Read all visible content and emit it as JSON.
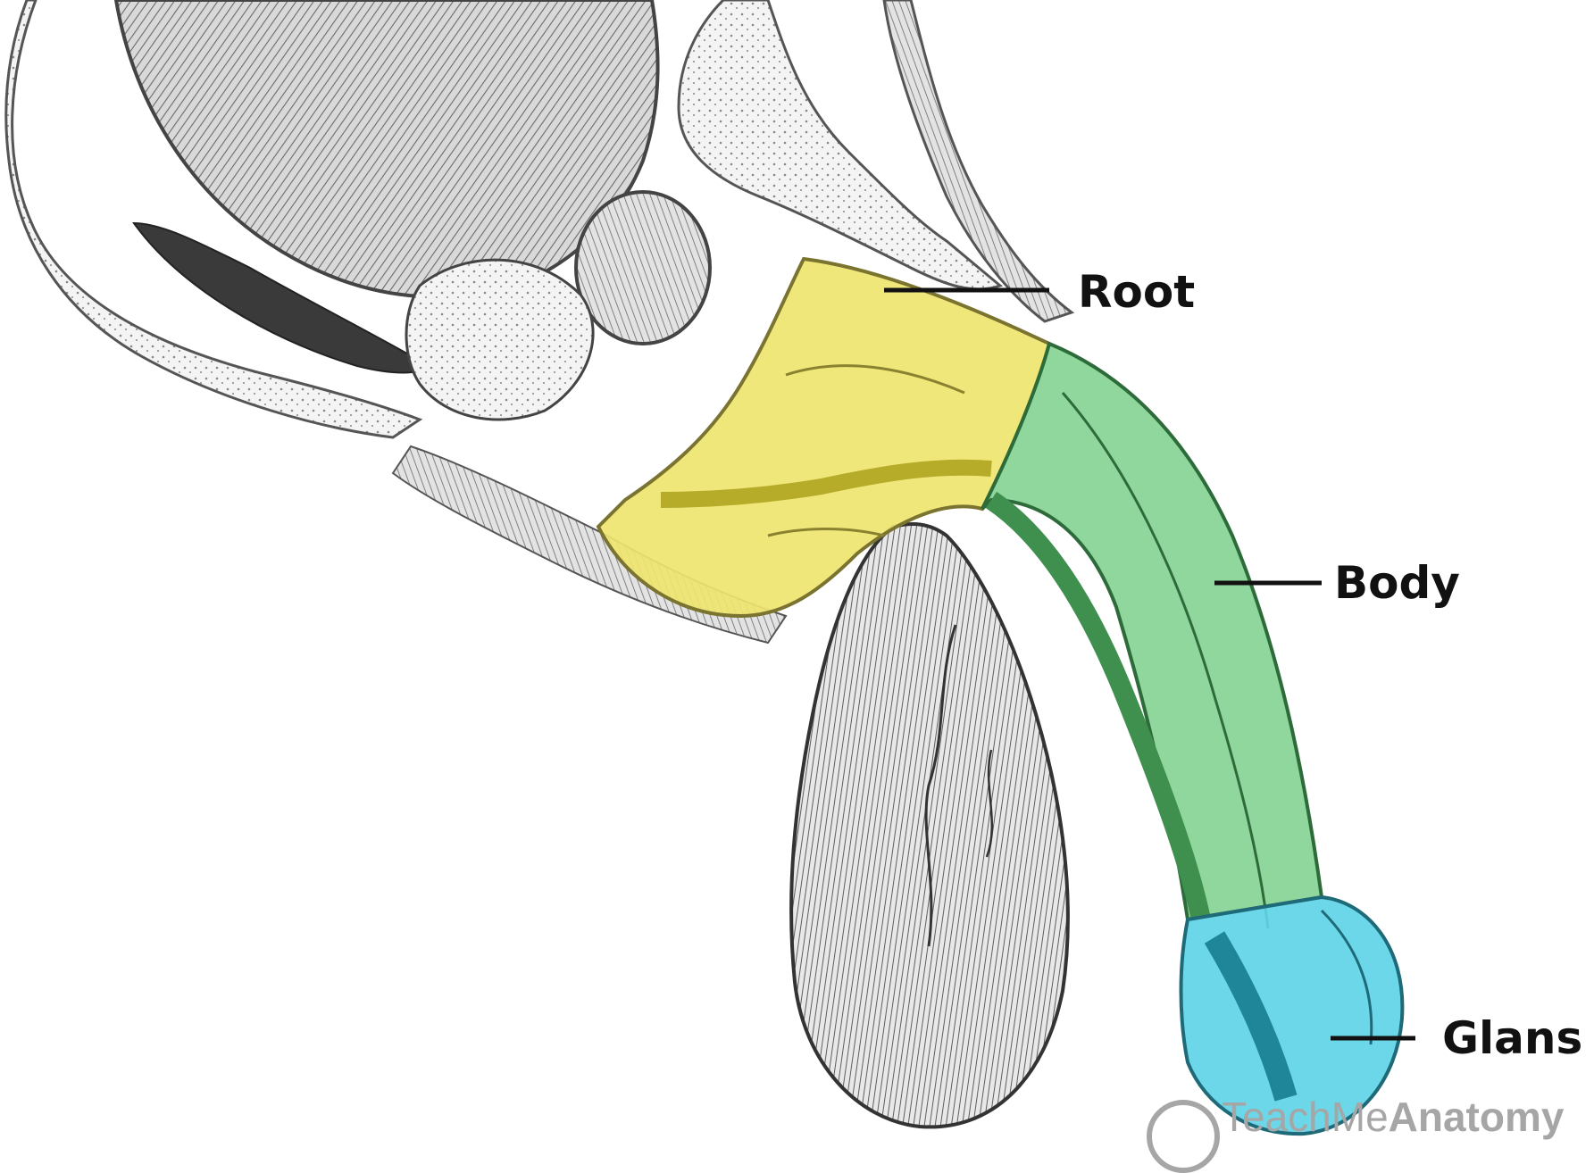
{
  "labels": {
    "root": "Root",
    "body": "Body",
    "glans": "Glans"
  },
  "watermark": {
    "prefix": "TeachMe",
    "emphasis": "Anatomy"
  },
  "colors": {
    "root_region": "#efe570",
    "body_region": "#86d494",
    "glans_region": "#5fd4e6",
    "line_art": "#4a4a4a",
    "label_text": "#111111",
    "watermark": "#a6a6a6"
  }
}
